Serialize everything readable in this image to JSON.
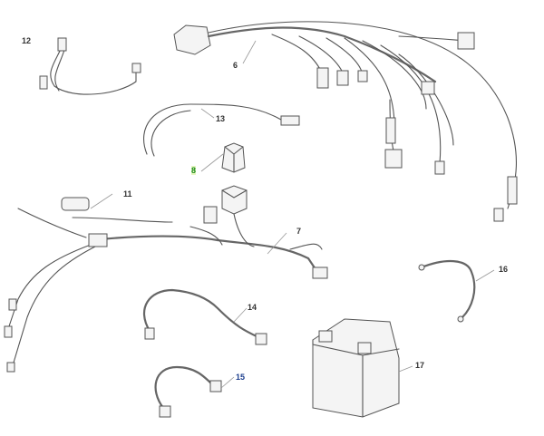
{
  "diagram": {
    "callouts": [
      {
        "id": "12",
        "label": "12"
      },
      {
        "id": "6",
        "label": "6"
      },
      {
        "id": "13",
        "label": "13"
      },
      {
        "id": "8",
        "label": "8",
        "highlight": "#1a8a1a"
      },
      {
        "id": "11",
        "label": "11"
      },
      {
        "id": "7",
        "label": "7"
      },
      {
        "id": "16",
        "label": "16"
      },
      {
        "id": "14",
        "label": "14"
      },
      {
        "id": "15",
        "label": "15",
        "highlight": "#1a3c8c"
      },
      {
        "id": "17",
        "label": "17"
      }
    ]
  }
}
